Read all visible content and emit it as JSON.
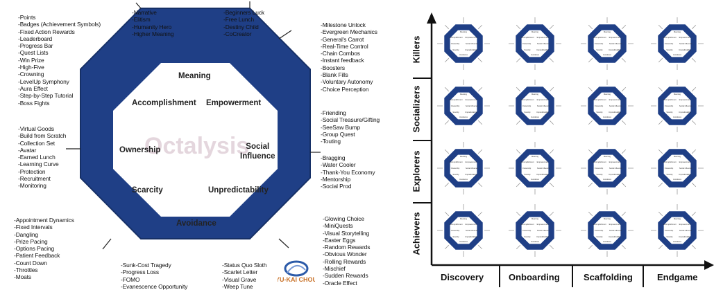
{
  "framework": {
    "watermark": "Octalysis",
    "drives": {
      "meaning": "Meaning",
      "accomplishment": "Accomplishment",
      "empowerment": "Empowerment",
      "ownership": "Ownership",
      "social_influence": "Social\nInfluence",
      "scarcity": "Scarcity",
      "unpredictability": "Unpredictability",
      "avoidance": "Avoidance"
    },
    "lists": {
      "accomplishment": "-Points\n-Badges (Achievement Symbols)\n-Fixed Action Rewards\n-Leaderboard\n-Progress Bar\n-Quest Lists\n-Win Prize\n-High-Five\n-Crowning\n-LevelUp Symphony\n-Aura Effect\n-Step-by-Step Tutorial\n-Boss Fights",
      "meaning": "-Narrative\n-Elitism\n-Humanity Hero\n-Higher Meaning",
      "meaning_2": "-Beginners Luck\n-Free Lunch\n-Destiny Child\n-CoCreator",
      "empowerment": "-Milestone Unlock\n-Evergreen Mechanics\n-General's Carrot\n-Real-Time Control\n-Chain Combos\n-Instant feedback\n-Boosters\n-Blank Fills\n-Voluntary Autonomy\n-Choice Perception",
      "social_1": "-Friending\n-Social Treasure/Gifting\n-SeeSaw Bump\n-Group Quest\n-Touting",
      "social_2": "-Bragging\n-Water Cooler\n-Thank-You Economy\n-Mentorship\n-Social Prod",
      "ownership": "-Virtual Goods\n-Build from Scratch\n-Collection Set\n-Avatar\n-Earned Lunch\n-Learning Curve\n-Protection\n-Recruitment\n-Monitoring",
      "scarcity": "-Appointment Dynamics\n-Fixed Intervals\n-Dangling\n-Prize Pacing\n-Options Pacing\n-Patient Feedback\n-Count Down\n-Throttles\n-Moats",
      "unpredictability": "-Glowing Choice\n-MiniQuests\n-Visual Storytelling\n-Easter Eggs\n-Random Rewards\n-Obvious Wonder\n-Rolling Rewards\n-Mischief\n-Sudden Rewards\n-Oracle Effect",
      "avoidance_1": "-Sunk-Cost Tragedy\n-Progress Loss\n-FOMO\n-Evanescence Opportunity",
      "avoidance_2": "-Status Quo Sloth\n-Scarlet Letter\n-Visual Grave\n-Weep Tune"
    },
    "logo_text": "YU-KAI CHOU",
    "colors": {
      "octagon_outer": "#1f3f86",
      "octagon_inner": "#ffffff",
      "accent": "#2b5aa8"
    }
  },
  "matrix": {
    "rows": [
      "Killers",
      "Socializers",
      "Explorers",
      "Achievers"
    ],
    "columns": [
      "Discovery",
      "Onboarding",
      "Scaffolding",
      "Endgame"
    ],
    "mini_drive_labels": [
      "Meaning",
      "Accomplishment",
      "Empowerment",
      "Ownership",
      "Social Influence",
      "Scarcity",
      "Unpredictability",
      "Avoidance"
    ]
  }
}
